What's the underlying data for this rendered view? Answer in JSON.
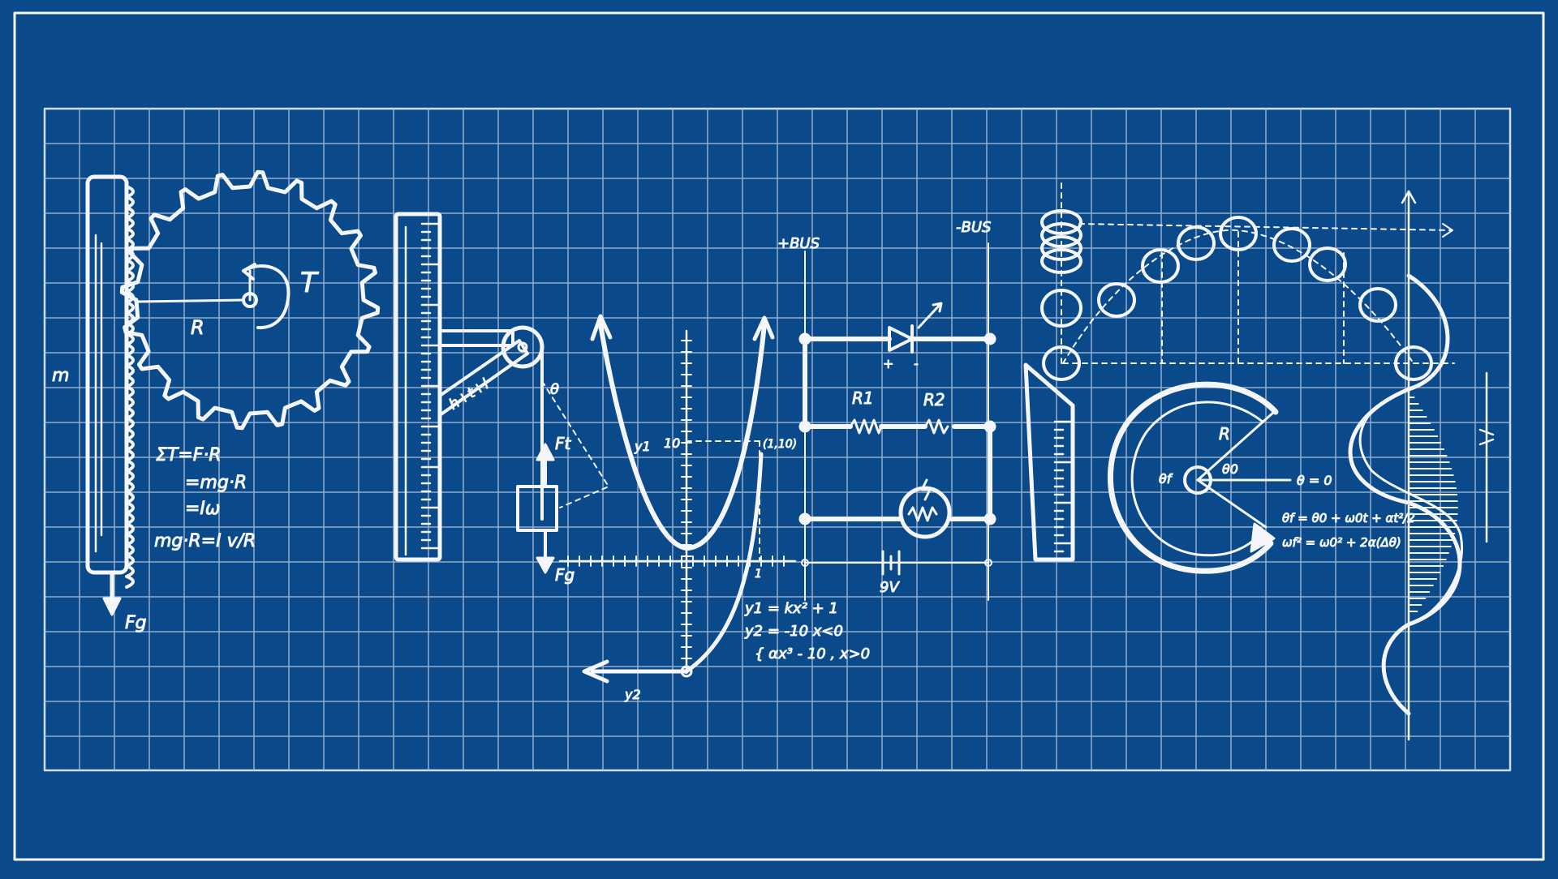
{
  "colors": {
    "background": "#0b4a8a",
    "ink": "#f4f6fa",
    "grid": "#a9bfd9"
  },
  "p_letter": {
    "label_m": "m",
    "label_T": "T",
    "label_R": "R",
    "label_Fg": "Fg",
    "eq1": "ΣT=F·R",
    "eq2": "=mg·R",
    "eq3": "=Iω",
    "eq4": "mg·R=I v/R"
  },
  "h_letter": {
    "label_theta": "θ",
    "label_Ft": "Ft",
    "label_Fg": "Fg",
    "label_ramp": "h+t+l"
  },
  "y_letter": {
    "label_y1": "y1",
    "label_y2": "y2",
    "label_10": "10",
    "label_point": "(1,10)",
    "label_one": "1",
    "eq1": "y1 = kx² + 1",
    "eq2": "y2 = -10 x<0",
    "eq3": "{ αx³ - 10 , x>0"
  },
  "s_letter": {
    "label_plus_bus": "+BUS",
    "label_minus_bus": "-BUS",
    "label_R1": "R1",
    "label_R2": "R2",
    "label_plus": "+",
    "label_minus": "-",
    "label_9v": "9V"
  },
  "c_letter": {
    "label_R": "R",
    "label_theta0": "θ0",
    "label_thetaf": "θf",
    "label_theta_zero": "θ = 0",
    "eq1": "θf = θ0 + ω0t + αt²/2",
    "eq2": "ωf² = ω0² + 2α(Δθ)"
  }
}
